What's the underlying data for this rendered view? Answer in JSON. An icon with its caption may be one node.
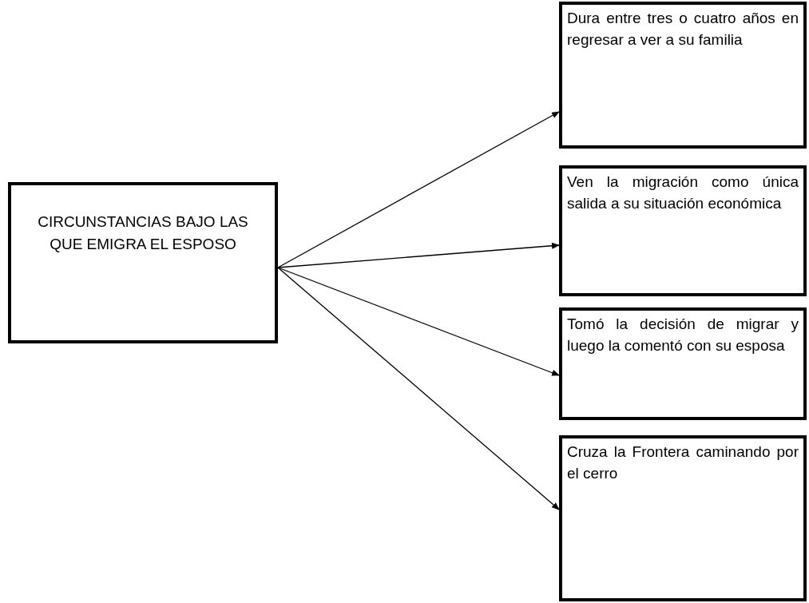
{
  "diagram": {
    "nodes": [
      {
        "text": [
          "CIRCUNSTANCIAS BAJO LAS QUE EMIGRA EL ESPOSO"
        ]
      },
      {
        "text": [
          "Dura entre tres o cuatro años en regresar a ver a su familia"
        ]
      },
      {
        "text": [
          "Ven la migración como única salida a su situación económica"
        ]
      },
      {
        "text": [
          "Tomó la decisión de migrar y luego la comentó con su esposa"
        ]
      },
      {
        "text": [
          "Cruza la Frontera caminando por el cerro"
        ]
      }
    ],
    "edges": [
      {
        "from": 0,
        "to": 1,
        "arrow": "to"
      },
      {
        "from": 0,
        "to": 2,
        "arrow": "to"
      },
      {
        "from": 0,
        "to": 3,
        "arrow": "to"
      },
      {
        "from": 0,
        "to": 4,
        "arrow": "to"
      }
    ]
  }
}
